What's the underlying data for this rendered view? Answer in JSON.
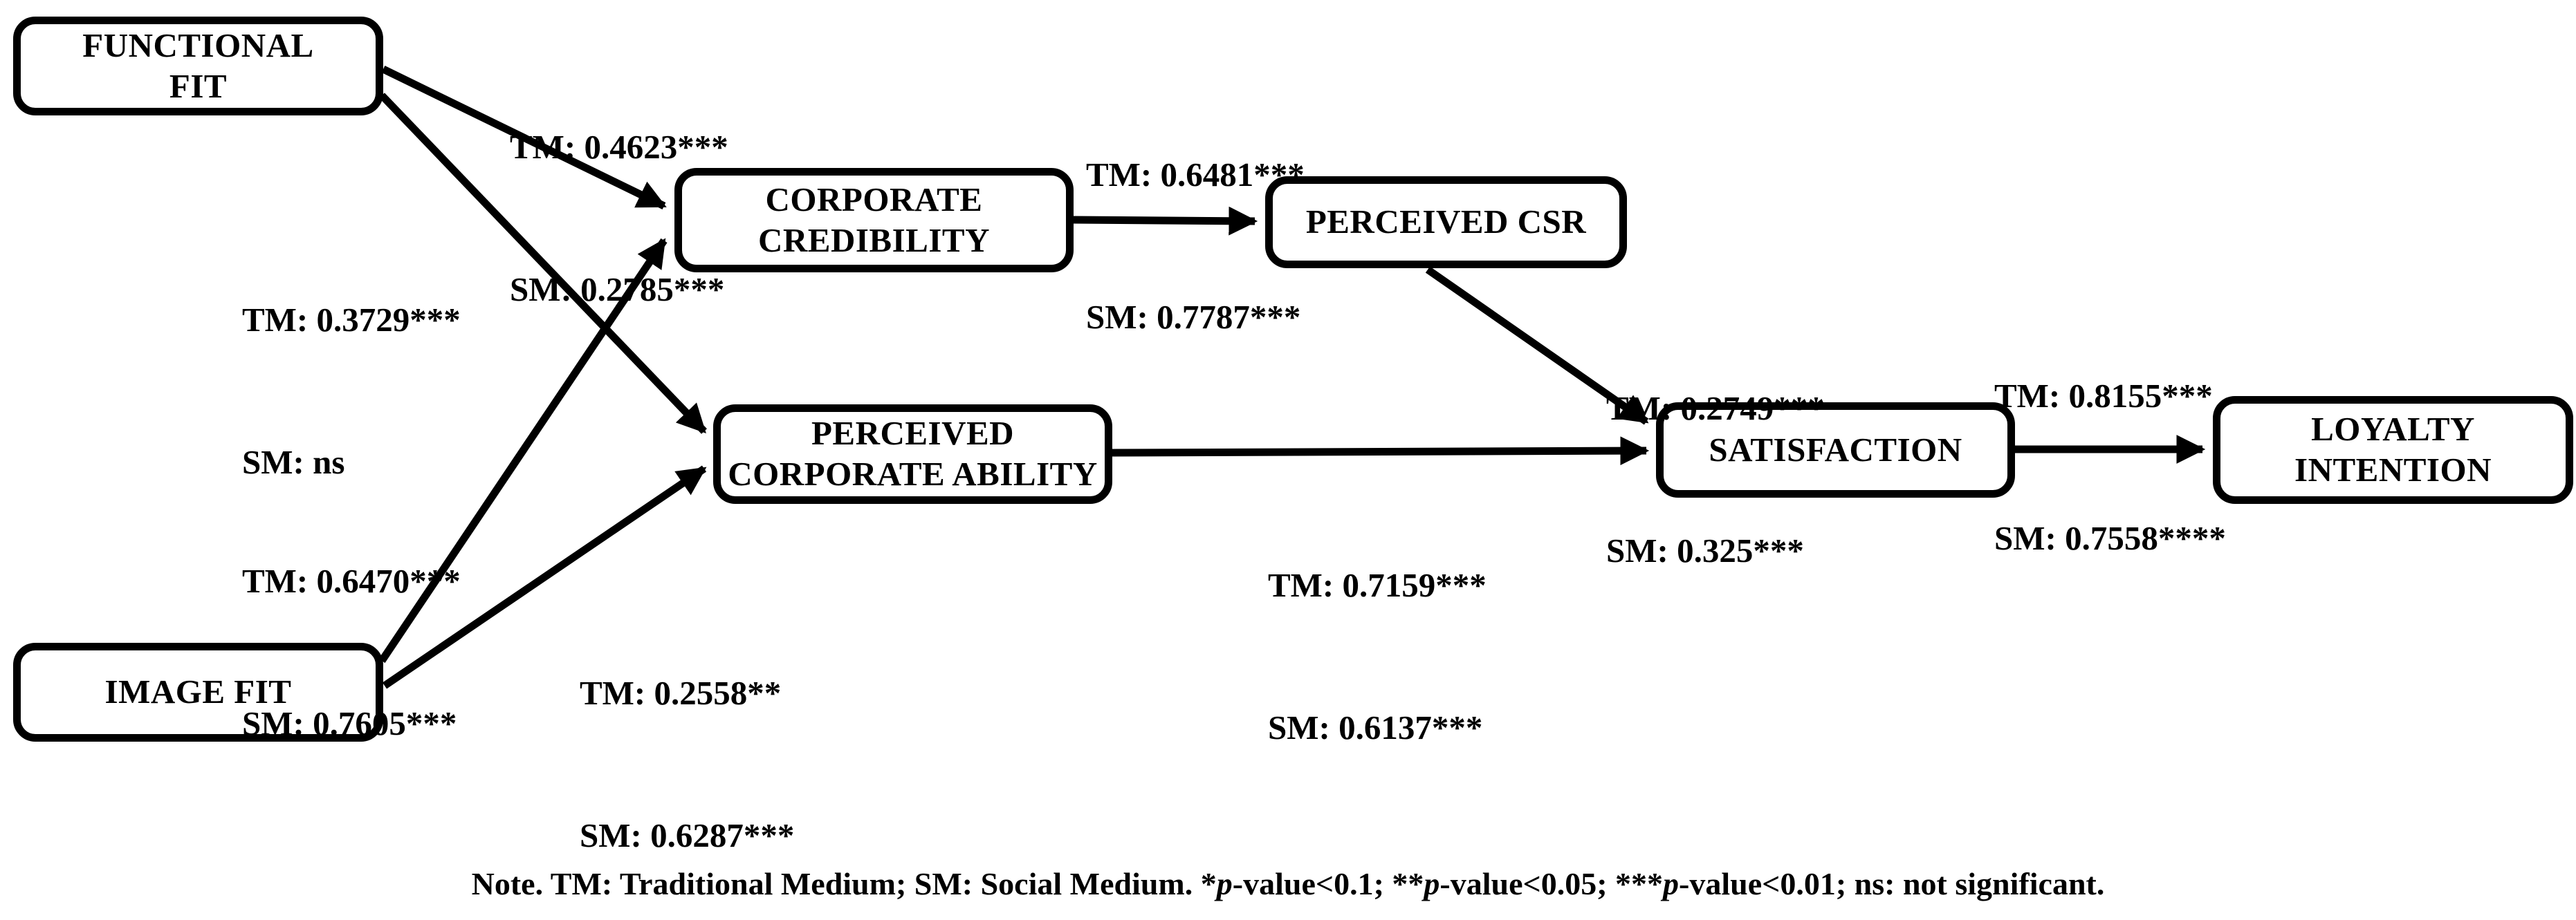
{
  "figure": {
    "background_color": "#ffffff",
    "stroke_color": "#000000",
    "type": "structural-equation-path-diagram"
  },
  "nodes": [
    {
      "id": "functional-fit",
      "lines": [
        "FUNCTIONAL",
        "FIT"
      ]
    },
    {
      "id": "image-fit",
      "lines": [
        "IMAGE FIT"
      ]
    },
    {
      "id": "corporate-credibility",
      "lines": [
        "CORPORATE",
        "CREDIBILITY"
      ]
    },
    {
      "id": "perceived-corporate-ability",
      "lines": [
        "PERCEIVED",
        "CORPORATE ABILITY"
      ]
    },
    {
      "id": "perceived-csr",
      "lines": [
        "PERCEIVED CSR"
      ]
    },
    {
      "id": "satisfaction",
      "lines": [
        "SATISFACTION"
      ]
    },
    {
      "id": "loyalty-intention",
      "lines": [
        "LOYALTY",
        "INTENTION"
      ]
    }
  ],
  "edges": [
    {
      "id": "functional-fit-to-corporate-credibility",
      "from": "functional-fit",
      "to": "corporate-credibility",
      "tm": "TM: 0.4623***",
      "sm": "SM: 0.2785***"
    },
    {
      "id": "functional-fit-to-perceived-corporate-ability",
      "from": "functional-fit",
      "to": "perceived-corporate-ability",
      "tm": "TM: 0.3729***",
      "sm": "SM: ns"
    },
    {
      "id": "image-fit-to-corporate-credibility",
      "from": "image-fit",
      "to": "corporate-credibility",
      "tm": "TM: 0.6470***",
      "sm": "SM: 0.7605***"
    },
    {
      "id": "image-fit-to-perceived-corporate-ability",
      "from": "image-fit",
      "to": "perceived-corporate-ability",
      "tm": "TM: 0.2558**",
      "sm": "SM: 0.6287***"
    },
    {
      "id": "corporate-credibility-to-perceived-csr",
      "from": "corporate-credibility",
      "to": "perceived-csr",
      "tm": "TM: 0.6481***",
      "sm": "SM: 0.7787***"
    },
    {
      "id": "perceived-csr-to-satisfaction",
      "from": "perceived-csr",
      "to": "satisfaction",
      "tm": "TM: 0.2749***",
      "sm": "SM: 0.325***"
    },
    {
      "id": "perceived-corporate-ability-to-satisfaction",
      "from": "perceived-corporate-ability",
      "to": "satisfaction",
      "tm": "TM: 0.7159***",
      "sm": "SM: 0.6137***"
    },
    {
      "id": "satisfaction-to-loyalty-intention",
      "from": "satisfaction",
      "to": "loyalty-intention",
      "tm": "TM: 0.8155***",
      "sm": "SM: 0.7558****"
    }
  ],
  "note": {
    "segments": [
      {
        "text": "Note. TM: Traditional Medium; SM: Social Medium.  *"
      },
      {
        "text": "p"
      },
      {
        "text": "-value<0.1; **"
      },
      {
        "text": "p"
      },
      {
        "text": "-value<0.05; ***"
      },
      {
        "text": "p"
      },
      {
        "text": "-value<0.01; ns: not significant."
      }
    ]
  }
}
